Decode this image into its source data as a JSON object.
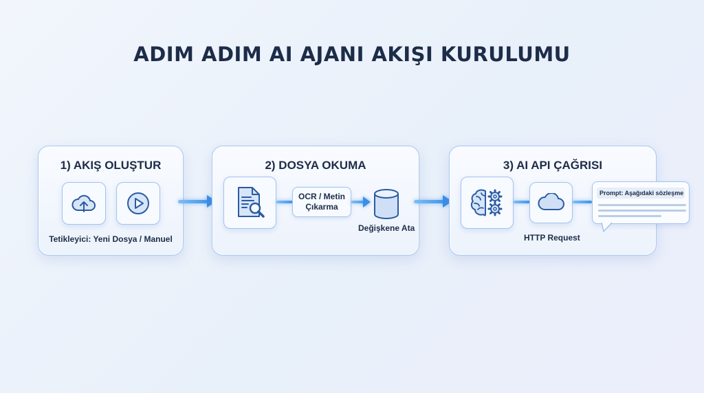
{
  "title": "ADIM ADIM AI AJANI AKIŞI KURULUMU",
  "steps": [
    {
      "title": "1) AKIŞ OLUŞTUR",
      "icons": [
        "cloud-upload-icon",
        "play-icon"
      ],
      "caption": "Tetikleyici: Yeni Dosya / Manuel"
    },
    {
      "title": "2) DOSYA OKUMA",
      "icons": [
        "document-search-icon",
        "database-icon"
      ],
      "ocr_line1": "OCR / Metin",
      "ocr_line2": "Çıkarma",
      "caption": "Değişkene Ata"
    },
    {
      "title": "3) AI API ÇAĞRISI",
      "icons": [
        "brain-gears-icon",
        "cloud-icon"
      ],
      "caption": "HTTP Request",
      "prompt": "Prompt: Aşağıdaki sözleşme met..."
    }
  ],
  "colors": {
    "accent": "#3f95ea",
    "border": "#a9c8f0",
    "title": "#1d2c48",
    "icon_stroke": "#2b5aa3",
    "icon_fill": "#cfe0f6"
  }
}
